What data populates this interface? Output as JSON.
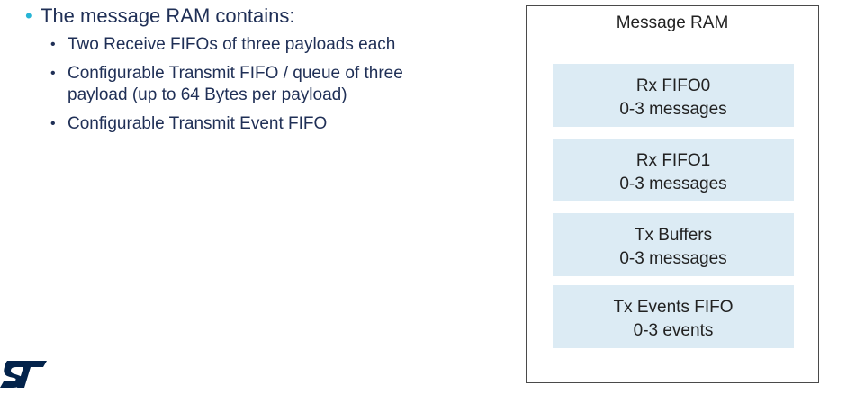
{
  "bullets": {
    "main": "The message RAM contains:",
    "items": [
      "Two Receive FIFOs of three payloads each",
      "Configurable Transmit FIFO / queue of three payload (up to 64 Bytes per payload)",
      "Configurable Transmit Event FIFO"
    ]
  },
  "diagram": {
    "title": "Message RAM",
    "blocks": [
      {
        "name": "Rx FIFO0",
        "detail": "0-3 messages"
      },
      {
        "name": "Rx FIFO1",
        "detail": "0-3 messages"
      },
      {
        "name": "Tx Buffers",
        "detail": "0-3 messages"
      },
      {
        "name": "Tx Events FIFO",
        "detail": "0-3 events"
      }
    ]
  },
  "colors": {
    "text": "#1f2f56",
    "bullet_accent": "#27b5d6",
    "block_fill": "#dcebf4",
    "logo": "#03234b"
  },
  "logo": {
    "icon": "st-logo",
    "text": "ST"
  }
}
